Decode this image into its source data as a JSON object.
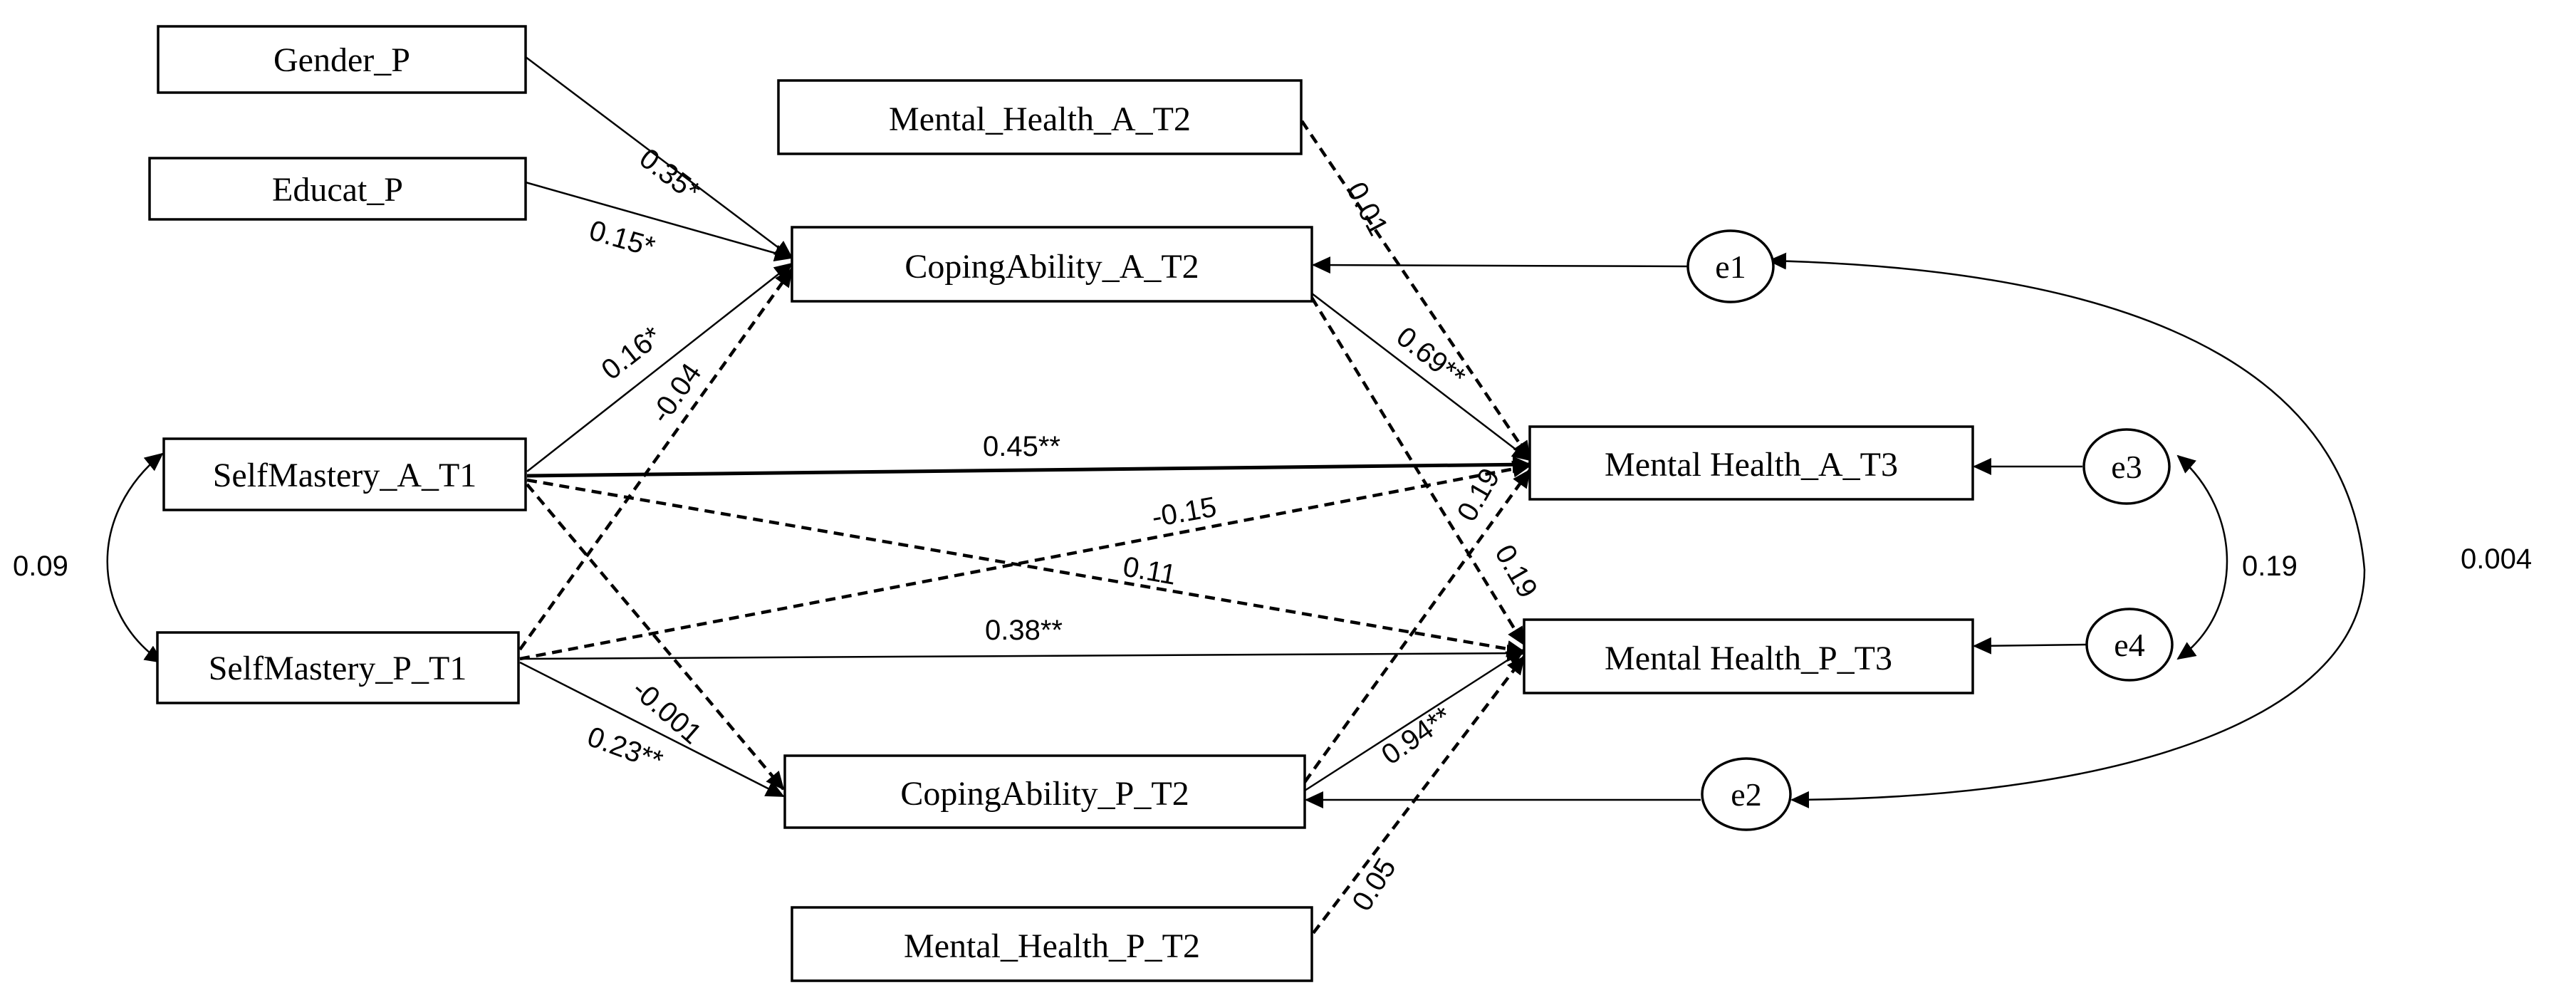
{
  "diagram": {
    "nodes": {
      "gender_p": "Gender_P",
      "educat_p": "Educat_P",
      "selfmastery_a_t1": "SelfMastery_A_T1",
      "selfmastery_p_t1": "SelfMastery_P_T1",
      "mental_health_a_t2": "Mental_Health_A_T2",
      "copingability_a_t2": "CopingAbility_A_T2",
      "copingability_p_t2": "CopingAbility_P_T2",
      "mental_health_p_t2": "Mental_Health_P_T2",
      "mental_health_a_t3": "Mental Health_A_T3",
      "mental_health_p_t3": "Mental Health_P_T3"
    },
    "errors": {
      "e1": "e1",
      "e2": "e2",
      "e3": "e3",
      "e4": "e4"
    },
    "paths": {
      "gender_to_coping_a": "0.35*",
      "educat_to_coping_a": "0.15*",
      "sm_a_to_coping_a": "0.16*",
      "sm_p_to_coping_a": "-0.04",
      "sm_a_to_mh_a": "0.45**",
      "sm_p_to_mh_a": "-0.15",
      "sm_a_to_mh_p": "0.11",
      "sm_p_to_mh_p": "0.38**",
      "sm_a_to_coping_p": "-0.001",
      "sm_p_to_coping_p": "0.23**",
      "mh_a_t2_to_mh_a_t3": "0.01",
      "coping_a_to_mh_a": "0.69**",
      "coping_a_to_mh_p": "0.19",
      "coping_p_to_mh_a": "0.19",
      "coping_p_to_mh_p": "0.94**",
      "mh_p_t2_to_mh_p_t3": "0.05"
    },
    "covariances": {
      "sm_a_sm_p": "0.09",
      "e3_e4": "0.19",
      "e1_e2": "0.004"
    }
  }
}
